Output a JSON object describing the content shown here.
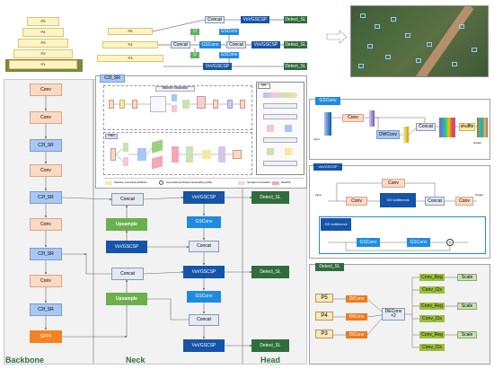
{
  "colors": {
    "conv": "#fbd9c3",
    "c2f_sr": "#a8c7f4",
    "sppf": "#f58221",
    "concat": "#e4e9f2",
    "upsample": "#6ab04c",
    "vovgscsp": "#1554a8",
    "gsconv": "#1e8be0",
    "detect": "#2f6d3a",
    "pan_u": "#5cb35a",
    "section_bg": "#f2f2f2",
    "section_label": "#2e6f3f",
    "dfconv": "#f07a1a",
    "conv_reg": "#9bbf3a"
  },
  "pyramid": {
    "levels": [
      "P5",
      "P4",
      "P3",
      "P2",
      "P1"
    ]
  },
  "topflow": {
    "rows": [
      {
        "label": "P5",
        "concat": "Concat",
        "vov": "VoVGSCSP",
        "detect": "Detect_SL"
      },
      {
        "label": "P4",
        "concat": "Concat",
        "gs": "GSConv",
        "concat2": "Concat",
        "vov": "VoVGSCSP",
        "detect": "Detect_SL"
      },
      {
        "label": "P3",
        "vov": "VoVGSCSP",
        "detect": "Detect_SL"
      }
    ],
    "u_label": "U",
    "gs_label": "GSConv"
  },
  "backbone": {
    "title": "Backbone",
    "items": [
      "Conv",
      "Conv",
      "C2f_SR",
      "Conv",
      "C2f_SR",
      "Conv",
      "C2f_SR",
      "Conv",
      "C2f_SR",
      "SPPF"
    ]
  },
  "neck": {
    "title": "Neck",
    "items": [
      "Concat",
      "Upsample",
      "VoVGSCSP",
      "Concat",
      "Upsample"
    ]
  },
  "head": {
    "title": "Head",
    "col1": [
      "VoVGSCSP",
      "GSConv",
      "Concat",
      "VoVGSCSP",
      "GSConv",
      "Concat",
      "VoVGSCSP"
    ],
    "detect": [
      "Detect_SL",
      "Detect_SL",
      "Detect_SL"
    ]
  },
  "c2f_sr_panel": {
    "title": "C2f_SR",
    "sub1": "Biformer Separation",
    "sub2": "SRL",
    "pmn": "PMN",
    "legend": [
      "Attention Convolutional Block",
      "Convolutional Position Embedding (CPE)",
      "Conv",
      "Simplest Convolution",
      "MaxPFF",
      "Map Fuse Pixels Transform"
    ]
  },
  "gsconv_panel": {
    "title": "GSConv",
    "conv": "Conv",
    "dwconv": "DWConv",
    "concat": "Concat",
    "shuffle": "shuffle",
    "input": "Input",
    "output": "Output"
  },
  "vovgscsp_panel": {
    "title": "VoVGSCSP",
    "conv_top": "Conv",
    "conv_left": "Conv",
    "gs_bottleneck": "GS bottleneck",
    "concat": "Concat",
    "conv_right": "Conv",
    "gs_bottleneck2": "GS bottleneck",
    "gsconv_a": "GSConv",
    "gsconv_b": "GSConv",
    "input": "Input",
    "output": "Output"
  },
  "detect_panel": {
    "title": "Detect_SL",
    "inputs": [
      "P5",
      "P4",
      "P3"
    ],
    "dfconv": "DfConv",
    "deconv": "DEConv ×2",
    "conv_reg": "Conv_Reg",
    "conv_cls": "Conv_Cls",
    "scale": "Scale"
  }
}
